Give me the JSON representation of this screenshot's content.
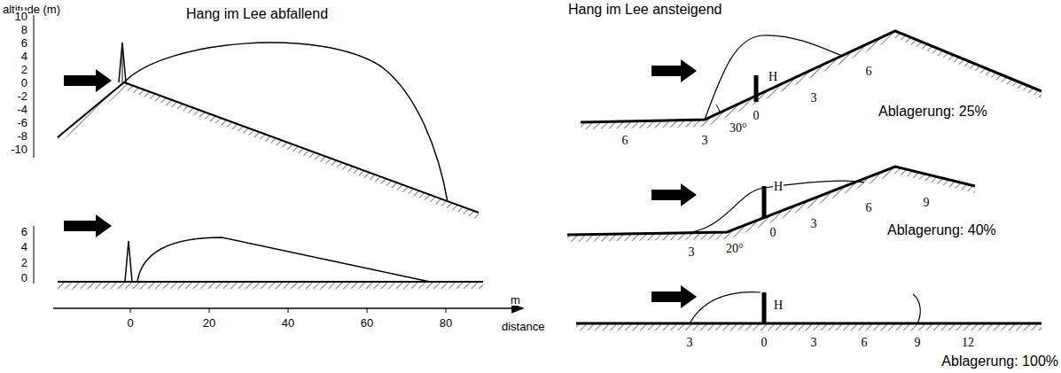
{
  "diagram": {
    "labels": [
      "altitude (m)",
      "Hang im Lee abfallend",
      "10",
      "8",
      "6",
      "4",
      "2",
      "0",
      "-2",
      "-4",
      "-6",
      "-8",
      "-10",
      "6",
      "4",
      "2",
      "0",
      "0",
      "20",
      "40",
      "60",
      "80",
      "m",
      "distance",
      "Hang im Lee ansteigend",
      "H",
      "0",
      "3",
      "6",
      "6",
      "3",
      "30°",
      "Ablagerung: 25%",
      "H",
      "3",
      "20°",
      "0",
      "3",
      "6",
      "9",
      "Ablagerung: 40%",
      "H",
      "3",
      "0",
      "3",
      "6",
      "9",
      "12",
      "Ablagerung: 100%"
    ]
  }
}
